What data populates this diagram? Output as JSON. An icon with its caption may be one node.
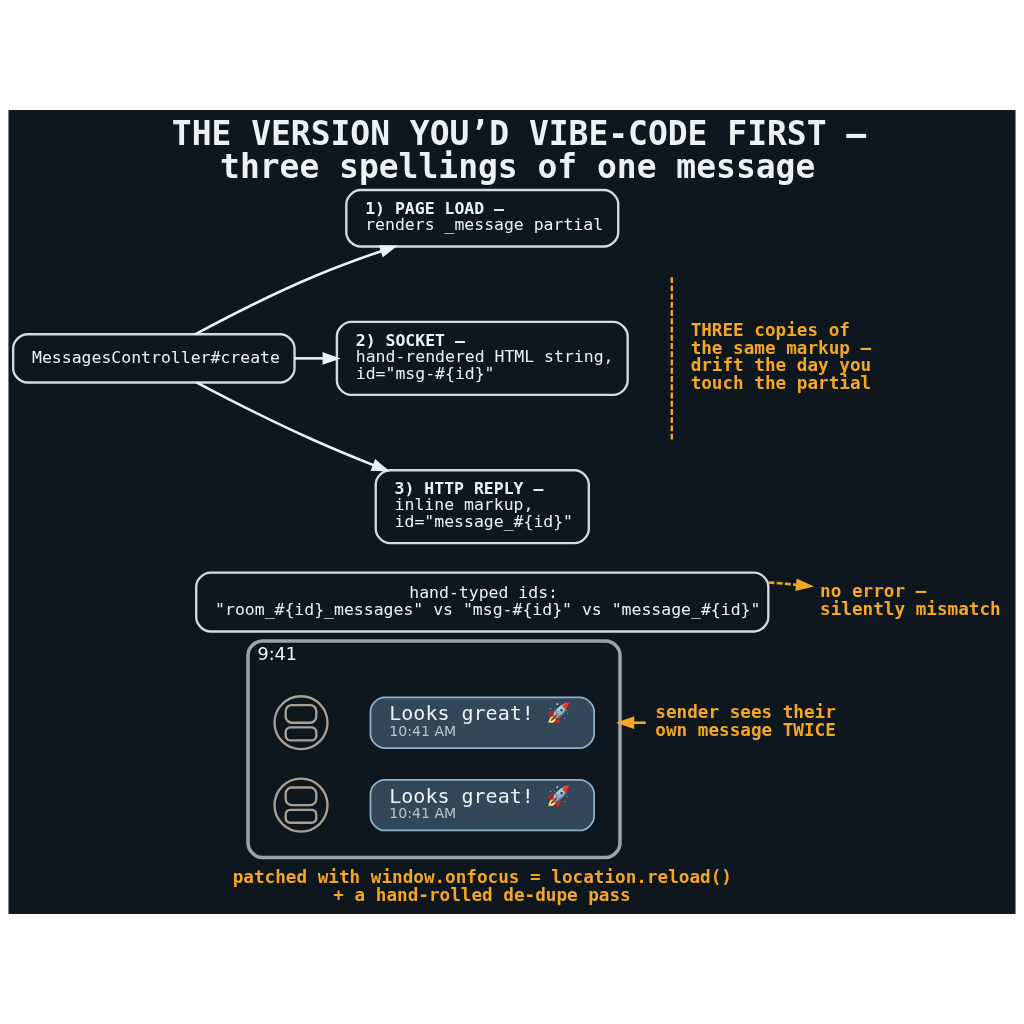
{
  "diagram": {
    "title": "THE VERSION YOU’D VIBE-CODE FIRST — three spellings of one message",
    "nodes": [
      {
        "text": [
          "MessagesController#create"
        ]
      },
      {
        "text": [
          "1) PAGE LOAD —",
          "renders _message partial"
        ]
      },
      {
        "text": [
          "2) SOCKET —",
          "hand-rendered HTML string, id=\"msg-#{id}\""
        ]
      },
      {
        "text": [
          "3) HTTP REPLY —",
          "inline markup, id=\"message_#{id}\""
        ]
      },
      {
        "text": [
          "hand-typed ids:",
          "\"room_#{id}_messages\" vs \"msg-#{id}\" vs \"message_#{id}\""
        ]
      },
      {
        "text": [
          "no error — silently mismatch"
        ]
      },
      {
        "text": [
          "9:41"
        ]
      },
      {
        "text": [],
        "shape": "person",
        "in": 6
      },
      {
        "text": [
          "Looks great! 🚀",
          "10:41 AM"
        ],
        "in": 6
      },
      {
        "text": [],
        "shape": "person",
        "in": 6
      },
      {
        "text": [
          "Looks great! 🚀",
          "10:41 AM"
        ],
        "in": 6
      },
      {
        "text": [
          "sender sees their own message TWICE"
        ]
      }
    ],
    "edges": [
      {
        "from": 0,
        "to": 1,
        "arrow": "to"
      },
      {
        "from": 0,
        "to": 2,
        "arrow": "to"
      },
      {
        "from": 0,
        "to": 3,
        "arrow": "to"
      },
      {
        "from": 4,
        "to": 5,
        "arrow": "to",
        "style": "dashed",
        "color": "#f5a623"
      },
      {
        "from": 11,
        "to": 6,
        "arrow": "to",
        "color": "#f5a623"
      }
    ],
    "labels": [
      "THREE copies of the same markup — drift the day you touch the partial",
      "patched with window.onfocus = location.reload() + a hand-rolled de-dupe pass"
    ]
  }
}
